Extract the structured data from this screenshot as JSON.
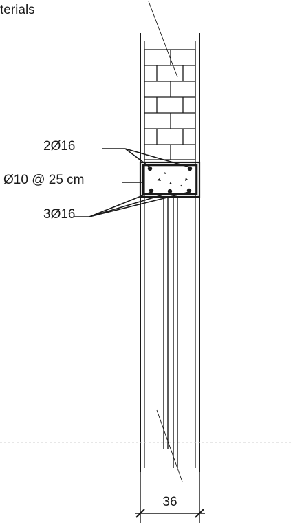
{
  "header_fragment": "terials",
  "labels": {
    "top_bars": "2Ø16",
    "stirrups": "Ø10 @ 25 cm",
    "bottom_bars": "3Ø16",
    "dimension": "36"
  }
}
